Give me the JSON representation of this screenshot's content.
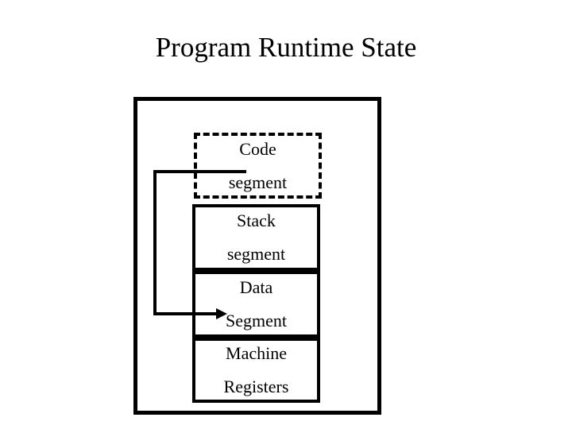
{
  "slide": {
    "title": "Program Runtime State"
  },
  "colors": {
    "ink": "#000000",
    "background": "#ffffff"
  },
  "diagram": {
    "boxes": [
      {
        "name": "code-segment",
        "line1": "Code",
        "line2": "segment",
        "border_style": "dashed"
      },
      {
        "name": "stack-segment",
        "line1": "Stack",
        "line2": "segment",
        "border_style": "solid"
      },
      {
        "name": "data-segment",
        "line1": "Data",
        "line2": "Segment",
        "border_style": "solid"
      },
      {
        "name": "machine-registers",
        "line1": "Machine",
        "line2": "Registers",
        "border_style": "solid"
      }
    ],
    "connector": {
      "from": "code-segment",
      "to": "data-segment",
      "arrow": "right-arrowhead"
    }
  }
}
